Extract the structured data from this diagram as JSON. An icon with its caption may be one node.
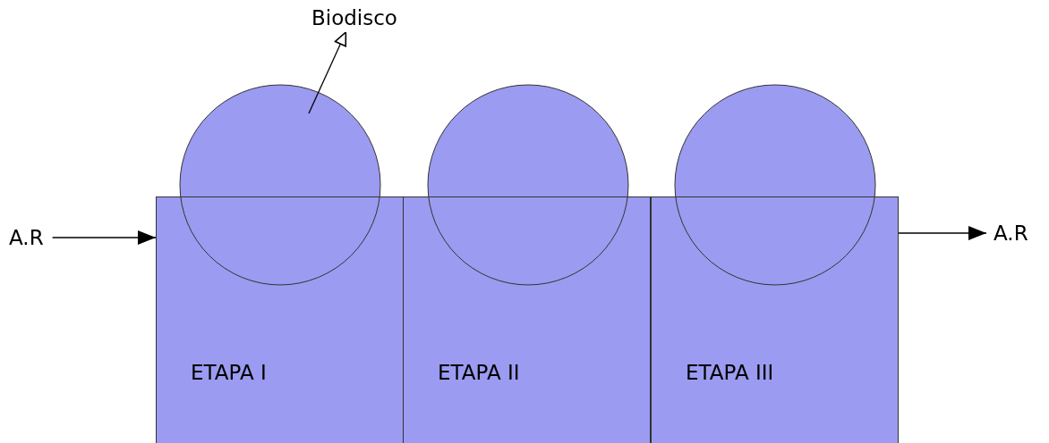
{
  "diagram": {
    "nodes": [
      {
        "text": [
          "A.R"
        ]
      },
      {
        "text": [
          "ETAPA I"
        ]
      },
      {
        "text": [
          "ETAPA II"
        ]
      },
      {
        "text": [
          "ETAPA III"
        ]
      },
      {
        "text": [
          "A.R"
        ]
      },
      {
        "text": [
          "Biodisco"
        ]
      },
      {
        "text": [],
        "shape": "circle"
      },
      {
        "text": [],
        "shape": "circle"
      },
      {
        "text": [],
        "shape": "circle"
      }
    ],
    "edges": [
      {
        "from": 0,
        "to": 1,
        "arrow": "to"
      },
      {
        "from": 3,
        "to": 4,
        "arrow": "to"
      },
      {
        "from": 6,
        "to": 5,
        "arrow": "to"
      }
    ]
  }
}
